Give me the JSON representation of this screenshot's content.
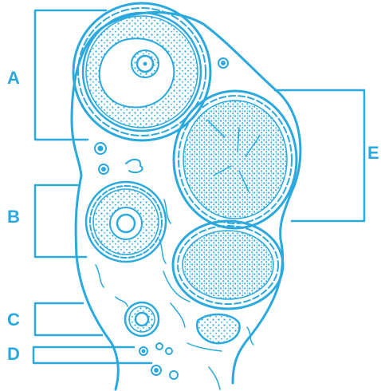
{
  "colors": {
    "ink": "#29a9dd",
    "background": "#ffffff"
  },
  "labels": {
    "A": "A",
    "B": "B",
    "C": "C",
    "D": "D",
    "E": "E"
  }
}
